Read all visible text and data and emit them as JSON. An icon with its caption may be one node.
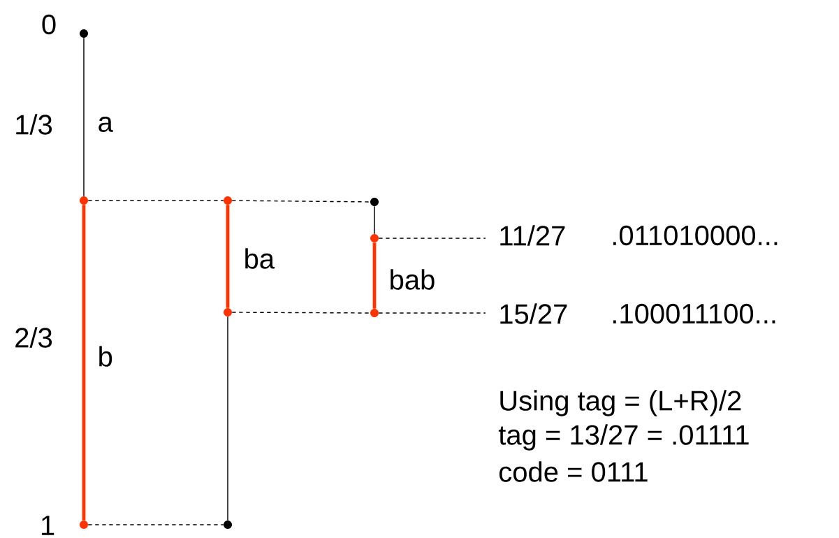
{
  "diagram": {
    "nodes": [
      {
        "text": [],
        "shape": "circle"
      },
      {
        "text": [],
        "shape": "circle"
      },
      {
        "text": [],
        "shape": "circle"
      },
      {
        "text": [],
        "shape": "circle"
      },
      {
        "text": [],
        "shape": "circle"
      },
      {
        "text": [],
        "shape": "circle"
      },
      {
        "text": [],
        "shape": "circle"
      },
      {
        "text": [],
        "shape": "circle"
      },
      {
        "text": [],
        "shape": "circle"
      }
    ],
    "edges": [
      {
        "from": 0,
        "to": 1,
        "arrow": "none",
        "label": "a"
      },
      {
        "from": 1,
        "to": 2,
        "arrow": "none",
        "label": "b",
        "style": "thick",
        "color": "#ff3300"
      },
      {
        "from": 1,
        "to": 3,
        "arrow": "none",
        "style": "dashed"
      },
      {
        "from": 3,
        "to": 4,
        "arrow": "none",
        "label": "ba",
        "style": "thick",
        "color": "#ff3300"
      },
      {
        "from": 4,
        "to": 5,
        "arrow": "none"
      },
      {
        "from": 2,
        "to": 5,
        "arrow": "none",
        "style": "dashed"
      },
      {
        "from": 3,
        "to": 6,
        "arrow": "none",
        "style": "dashed"
      },
      {
        "from": 6,
        "to": 7,
        "arrow": "none"
      },
      {
        "from": 7,
        "to": 8,
        "arrow": "none",
        "label": "bab",
        "style": "thick",
        "color": "#ff3300"
      },
      {
        "from": 7,
        "to": null,
        "arrow": "none",
        "style": "dashed"
      },
      {
        "from": 4,
        "to": 8,
        "arrow": "none",
        "style": "dashed"
      },
      {
        "from": 8,
        "to": null,
        "arrow": "none",
        "style": "dashed"
      }
    ],
    "labels": [
      "0",
      "1/3",
      "2/3",
      "1",
      "11/27",
      ".011010000...",
      "15/27",
      ".100011100...",
      "Using tag = (L+R)/2",
      "tag = 13/27 = .01111",
      "code = 0111"
    ]
  }
}
